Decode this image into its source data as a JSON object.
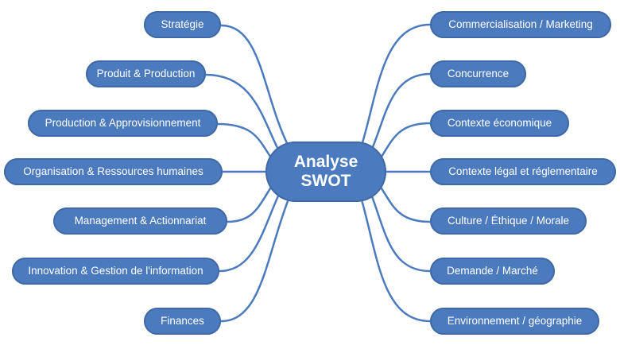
{
  "center": {
    "line1": "Analyse",
    "line2": "SWOT"
  },
  "left_nodes": [
    "Stratégie",
    "Produit & Production",
    "Production & Approvisionnement",
    "Organisation & Ressources humaines",
    "Management & Actionnariat",
    "Innovation & Gestion de l'information",
    "Finances"
  ],
  "right_nodes": [
    "Commercialisation / Marketing",
    "Concurrence",
    "Contexte économique",
    "Contexte légal et réglementaire",
    "Culture / Éthique / Morale",
    "Demande / Marché",
    "Environnement / géographie"
  ],
  "colors": {
    "node_fill": "#4b7bbe",
    "node_border": "#3f6aa6",
    "connector": "#4b7bbe",
    "text": "#ffffff"
  }
}
